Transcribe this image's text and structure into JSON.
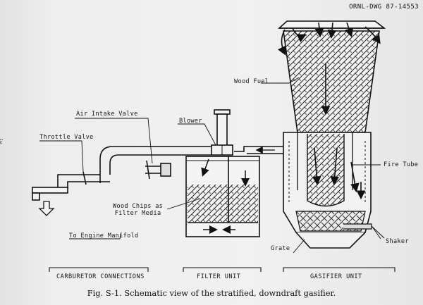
{
  "drawing_number": "ORNL-DWG 87-14553",
  "page_number": "ix",
  "caption": "Fig. S-1. Schematic view of the stratified, downdraft gasifier.",
  "labels": {
    "wood_fuel": "Wood Fuel",
    "air_intake_valve": "Air Intake Valve",
    "blower": "Blower",
    "throttle_valve": "Throttle Valve",
    "fire_tube": "Fire Tube",
    "wood_chips": "Wood Chips as\nFilter Media",
    "engine_manifold": "To Engine Manifold",
    "grate": "Grate",
    "shaker": "Shaker"
  },
  "sections": {
    "carburetor": "CARBURETOR CONNECTIONS",
    "filter": "FILTER UNIT",
    "gasifier": "GASIFIER UNIT"
  }
}
